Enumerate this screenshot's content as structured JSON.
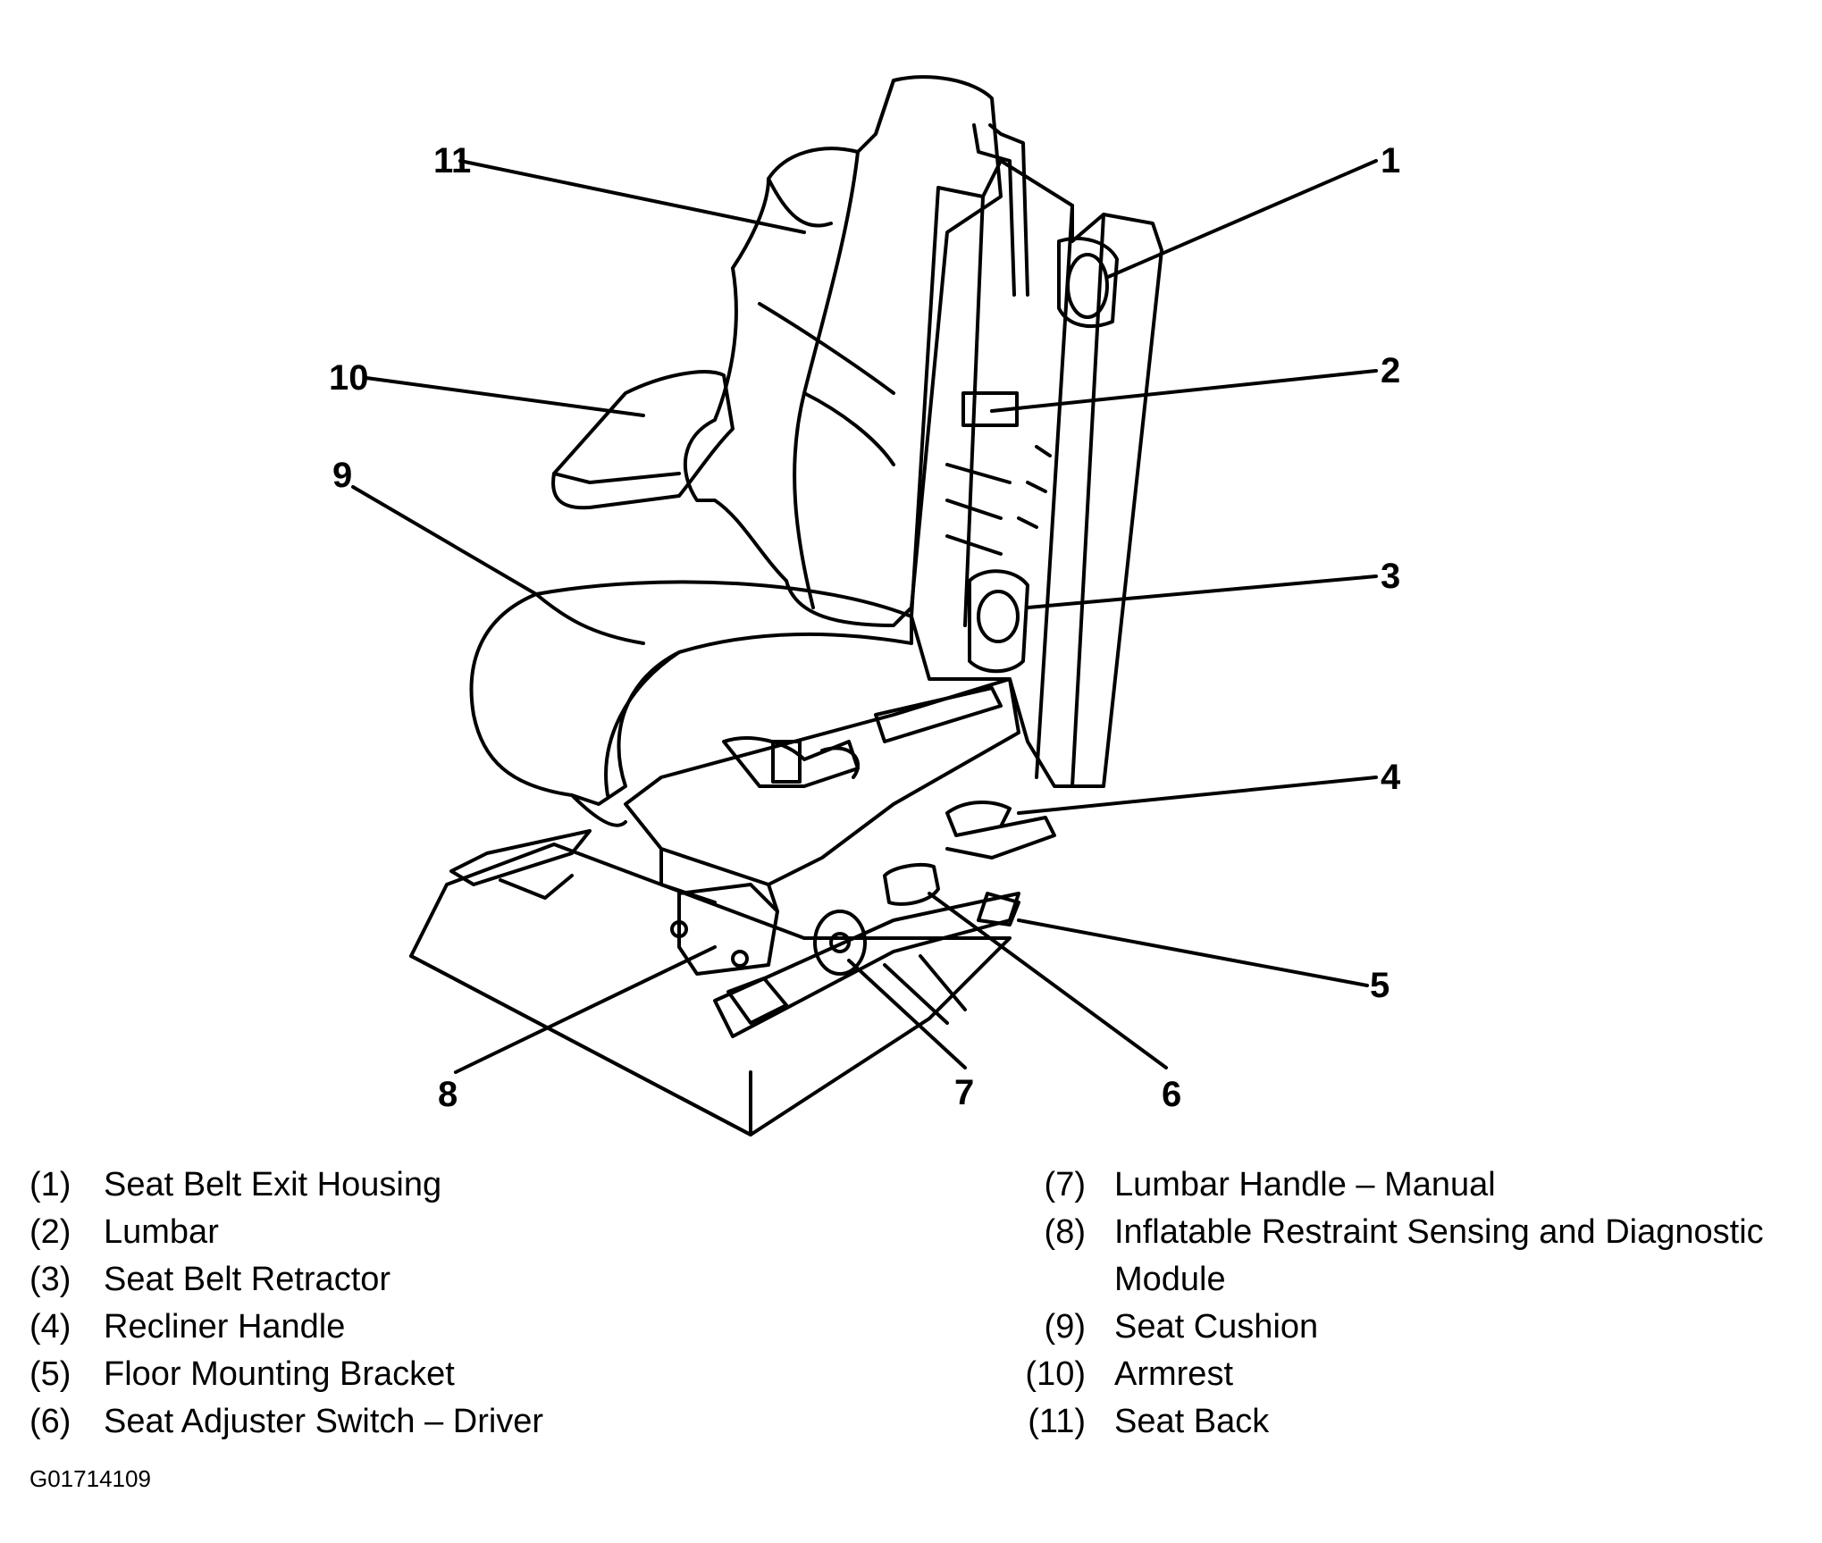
{
  "callouts": [
    "1",
    "2",
    "3",
    "4",
    "5",
    "6",
    "7",
    "8",
    "9",
    "10",
    "11"
  ],
  "legend": {
    "left": [
      {
        "num": "(1)",
        "text": "Seat Belt Exit Housing"
      },
      {
        "num": "(2)",
        "text": "Lumbar"
      },
      {
        "num": "(3)",
        "text": "Seat Belt Retractor"
      },
      {
        "num": "(4)",
        "text": "Recliner Handle"
      },
      {
        "num": "(5)",
        "text": "Floor Mounting Bracket"
      },
      {
        "num": "(6)",
        "text": "Seat Adjuster Switch – Driver"
      }
    ],
    "right": [
      {
        "num": "(7)",
        "text": "Lumbar Handle – Manual"
      },
      {
        "num": "(8)",
        "text": "Inflatable Restraint Sensing and Diagnostic Module"
      },
      {
        "num": "(9)",
        "text": "Seat Cushion"
      },
      {
        "num": "(10)",
        "text": "Armrest"
      },
      {
        "num": "(11)",
        "text": "Seat Back"
      }
    ]
  },
  "figure_id": "G01714109"
}
